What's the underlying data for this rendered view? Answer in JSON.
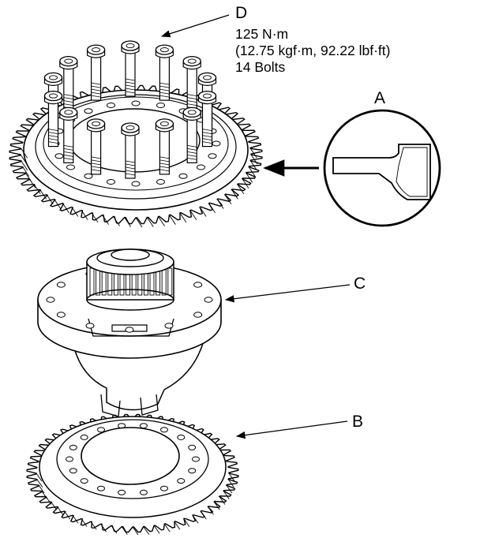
{
  "labels": {
    "A": "A",
    "B": "B",
    "C": "C",
    "D": "D"
  },
  "torque_spec": {
    "line1": "125 N·m",
    "line2": "(12.75 kgf·m, 92.22 lbf·ft)",
    "line3": "14 Bolts"
  },
  "colors": {
    "ink": "#000000",
    "paper": "#ffffff"
  }
}
